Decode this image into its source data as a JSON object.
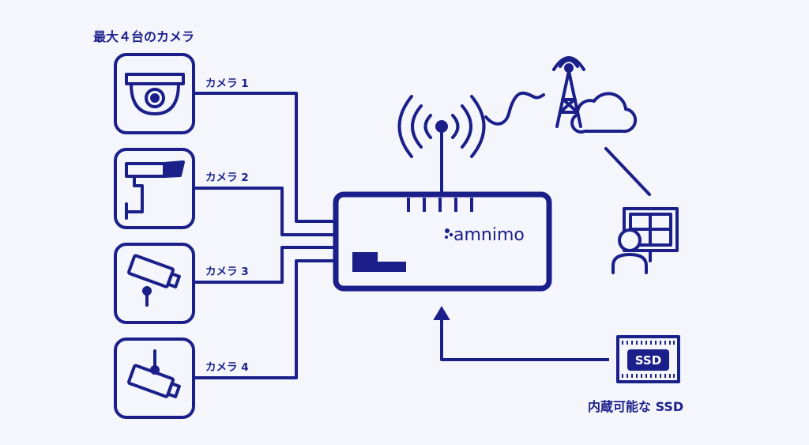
{
  "title": "最大４台のカメラ",
  "cameras": [
    {
      "label": "カメラ 1"
    },
    {
      "label": "カメラ 2"
    },
    {
      "label": "カメラ 3"
    },
    {
      "label": "カメラ 4"
    }
  ],
  "device": {
    "brand": "amnimo"
  },
  "ssd": {
    "chip_text": "SSD",
    "label": "内蔵可能な SSD"
  },
  "colors": {
    "primary": "#1b1f8a",
    "background": "#f5f6fb"
  }
}
